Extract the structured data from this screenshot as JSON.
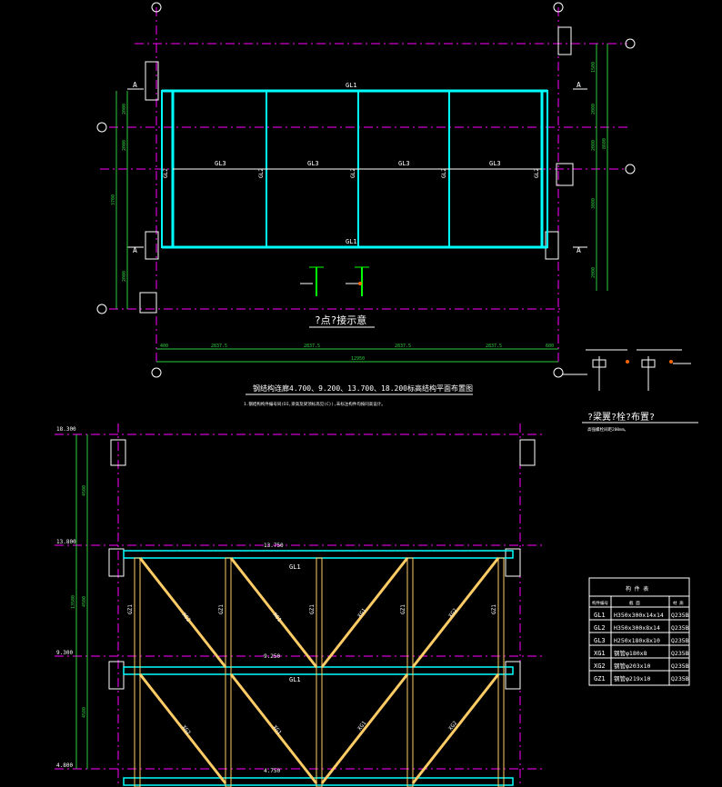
{
  "colors": {
    "background": "#000000",
    "beam": "#00ffff",
    "dimension": "#2ecc40",
    "axis": "#ff00ff",
    "column": "#ffffff",
    "brace": "#ffcc66",
    "text": "#ffffff"
  },
  "plan": {
    "beams": {
      "top": "GL1",
      "bottom": "GL1",
      "middle": [
        "GL3",
        "GL3",
        "GL3",
        "GL3"
      ],
      "columns_left": "GL2",
      "columns_inner": [
        "GL2",
        "GL2",
        "GL2"
      ],
      "columns_right": "GL2"
    },
    "section_marks": [
      "A",
      "A",
      "A",
      "A"
    ],
    "bottom_dims": [
      "400",
      "2837.5",
      "2837.5",
      "2837.5",
      "2837.5",
      "600"
    ],
    "bottom_total": "12950",
    "left_dims": [
      "2000",
      "2000",
      "3700",
      "2000"
    ],
    "right_dims": [
      "1500",
      "2000",
      "2000",
      "3000",
      "2000"
    ],
    "right_total": "8600",
    "node_caption": "?点?接示意",
    "title": "钢结构连廊4.700、9.200、13.700、18.200标高结构平面布置图",
    "note": "1.钢结构构件编号同(DI,梁高及梁顶标高见(C)),未标注构件均按同高设计。"
  },
  "beam_detail": {
    "caption": "?梁翼?栓?布置?",
    "note": "高强螺栓间距200mm。"
  },
  "elevation": {
    "levels": [
      "18.300",
      "13.800",
      "9.300",
      "4.800"
    ],
    "left_dims": [
      "4500",
      "4500",
      "4500"
    ],
    "left_total": "13500",
    "beam_labels": [
      "GL1",
      "GL1"
    ],
    "beam_elev_marks": [
      "13.750",
      "9.250",
      "4.750"
    ],
    "columns": [
      "GZ1",
      "GZ1",
      "GZ1",
      "GZ1",
      "GZ1"
    ],
    "braces_upper": [
      "XG2",
      "XG1",
      "XG1",
      "XG2"
    ],
    "braces_lower": [
      "XG2",
      "XG1",
      "XG1",
      "XG2"
    ]
  },
  "table": {
    "title": "构 件 表",
    "headers": [
      "构件编号",
      "截 面",
      "材 质"
    ],
    "rows": [
      [
        "GL1",
        "H350x300x14x14",
        "Q235B"
      ],
      [
        "GL2",
        "H350x300x8x14",
        "Q235B"
      ],
      [
        "GL3",
        "H250x180x8x10",
        "Q235B"
      ],
      [
        "XG1",
        "钢管φ180x8",
        "Q235B"
      ],
      [
        "XG2",
        "钢管φ203x10",
        "Q235B"
      ],
      [
        "GZ1",
        "钢管φ219x10",
        "Q235B"
      ]
    ]
  }
}
